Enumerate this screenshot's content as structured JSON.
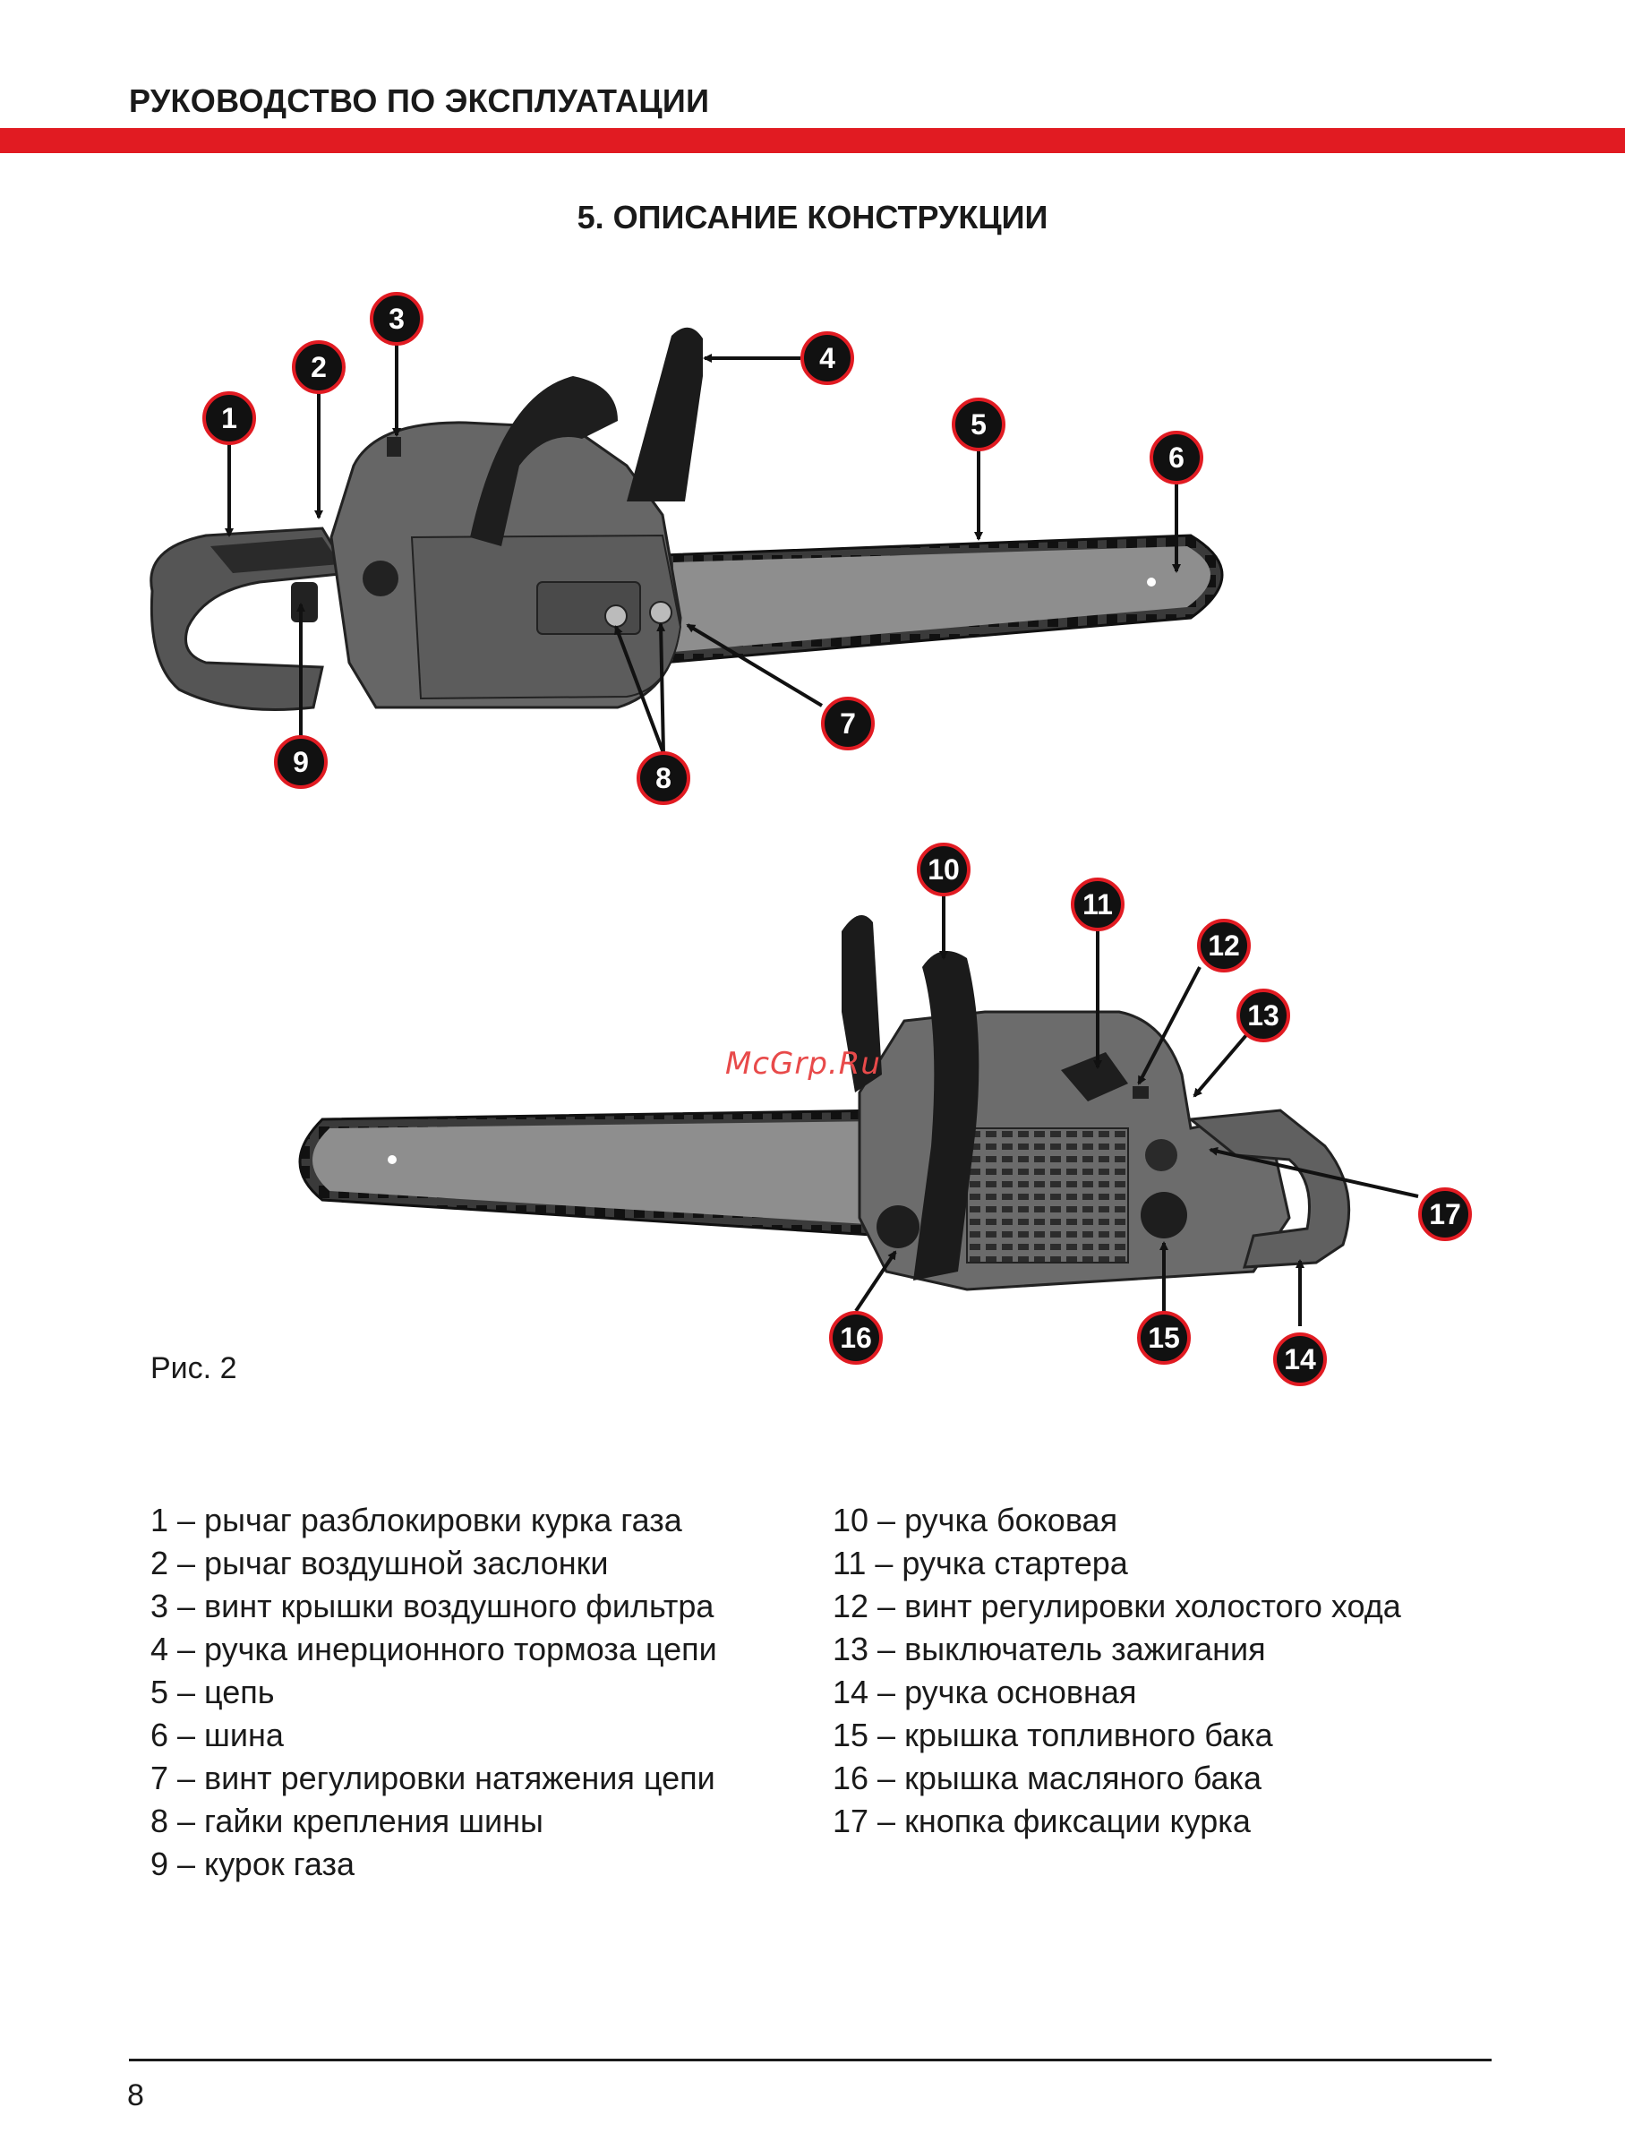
{
  "header": {
    "title": "РУКОВОДСТВО ПО ЭКСПЛУАТАЦИИ",
    "accent_color": "#e11b22"
  },
  "section": {
    "title": "5. ОПИСАНИЕ КОНСТРУКЦИИ"
  },
  "callouts": {
    "c1": "1",
    "c2": "2",
    "c3": "3",
    "c4": "4",
    "c5": "5",
    "c6": "6",
    "c7": "7",
    "c8": "8",
    "c9": "9",
    "c10": "10",
    "c11": "11",
    "c12": "12",
    "c13": "13",
    "c14": "14",
    "c15": "15",
    "c16": "16",
    "c17": "17"
  },
  "watermark": "McGrp.Ru",
  "figure": {
    "caption": "Рис. 2"
  },
  "legend": {
    "left": [
      "1 – рычаг разблокировки курка газа",
      "2 – рычаг воздушной заслонки",
      "3 – винт крышки воздушного фильтра",
      "4 – ручка инерционного тормоза цепи",
      "5 – цепь",
      "6 – шина",
      "7 – винт регулировки натяжения цепи",
      "8 – гайки крепления шины",
      "9 – курок газа"
    ],
    "right": [
      "10 – ручка боковая",
      "11 – ручка стартера",
      "12 – винт регулировки холостого хода",
      "13 – выключатель зажигания",
      "14 – ручка основная",
      "15 – крышка топливного бака",
      "16 – крышка масляного бака",
      "17 – кнопка фиксации курка"
    ]
  },
  "footer": {
    "page_number": "8"
  }
}
